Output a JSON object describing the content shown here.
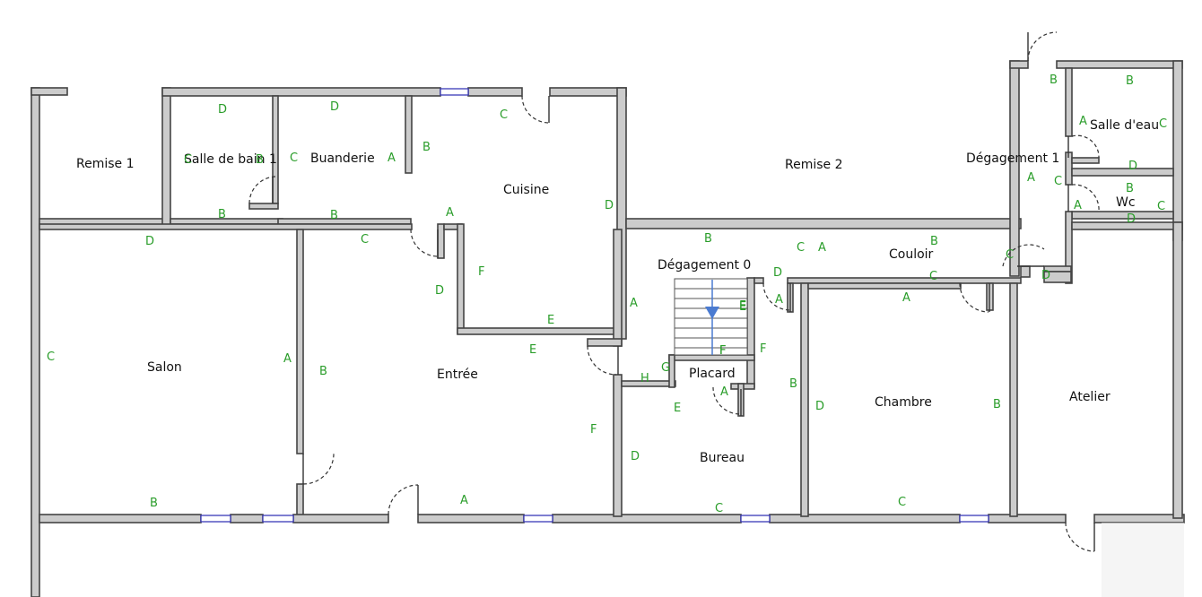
{
  "plan": {
    "rooms": {
      "remise1": "Remise 1",
      "salle_de_bain1": "Salle de bain 1",
      "buanderie": "Buanderie",
      "cuisine": "Cuisine",
      "remise2": "Remise 2",
      "degagement1": "Dégagement 1",
      "salle_deau": "Salle d'eau",
      "wc": "Wc",
      "degagement0": "Dégagement 0",
      "couloir": "Couloir",
      "salon": "Salon",
      "entree": "Entrée",
      "placard": "Placard",
      "bureau": "Bureau",
      "chambre": "Chambre",
      "atelier": "Atelier"
    },
    "wall_letters": [
      "D",
      "D",
      "C",
      "B",
      "A",
      "C",
      "B",
      "B",
      "C",
      "B",
      "D",
      "A",
      "B",
      "D",
      "C",
      "D",
      "A",
      "C",
      "B",
      "C",
      "F",
      "A",
      "D",
      "D",
      "C",
      "B",
      "A",
      "E",
      "E",
      "F",
      "E",
      "C",
      "A",
      "D",
      "C",
      "A",
      "A",
      "B",
      "F",
      "E",
      "F",
      "G",
      "H",
      "B",
      "D",
      "B",
      "A",
      "E",
      "F",
      "D",
      "C",
      "C",
      "B",
      "C",
      "A"
    ]
  },
  "colors": {
    "wall_fill": "#cccccc",
    "wall_stroke": "#444444",
    "letters": "#2a9d2a",
    "window": "#3a3ab8",
    "stairs_arrow": "#4a7bd1"
  }
}
